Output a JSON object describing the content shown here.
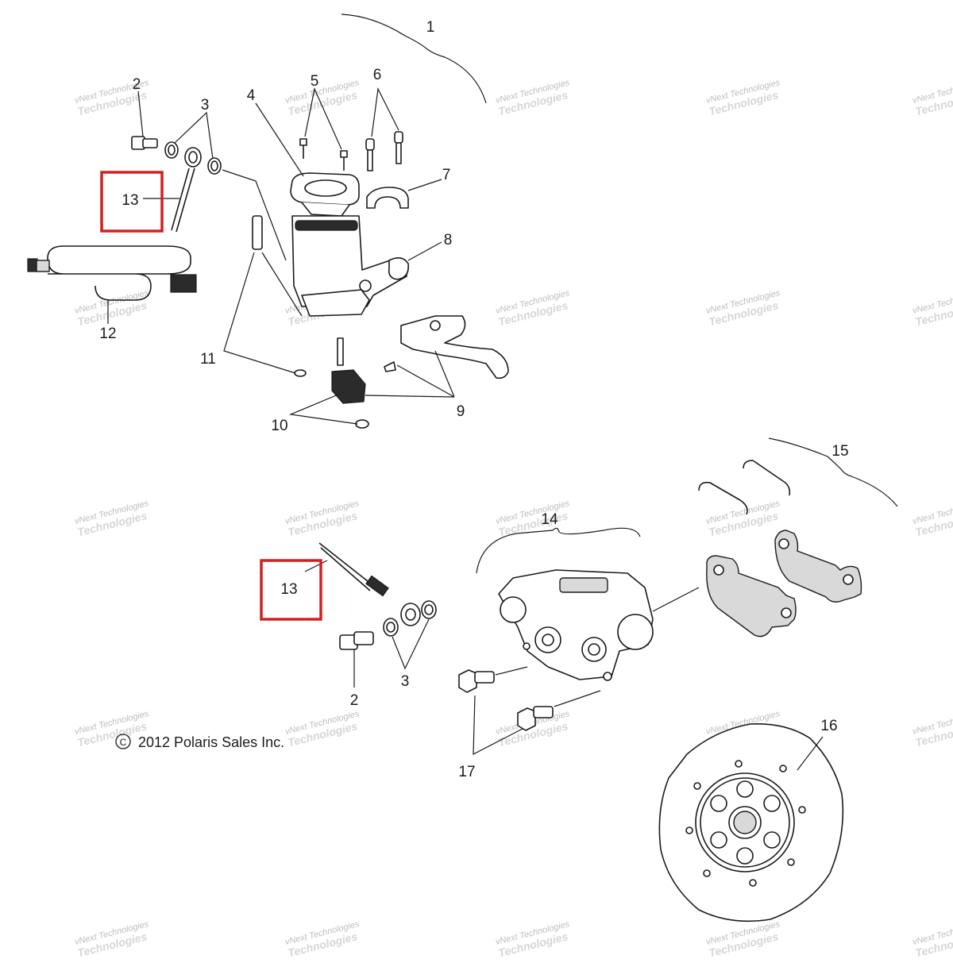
{
  "callouts": {
    "c1": "1",
    "c2a": "2",
    "c3a": "3",
    "c4": "4",
    "c5": "5",
    "c6": "6",
    "c7": "7",
    "c8": "8",
    "c9": "9",
    "c10": "10",
    "c11": "11",
    "c12": "12",
    "c13a": "13",
    "c13b": "13",
    "c14": "14",
    "c15": "15",
    "c16": "16",
    "c17": "17",
    "c2b": "2",
    "c3b": "3"
  },
  "copyright": {
    "symbol": "C",
    "text": "2012 Polaris Sales Inc."
  },
  "watermark": {
    "line1": "vNext Technologies",
    "line2": "Technologies"
  },
  "colors": {
    "highlight": "#d22020",
    "line": "#1a1a1a",
    "watermark": "#bdbdbd"
  }
}
